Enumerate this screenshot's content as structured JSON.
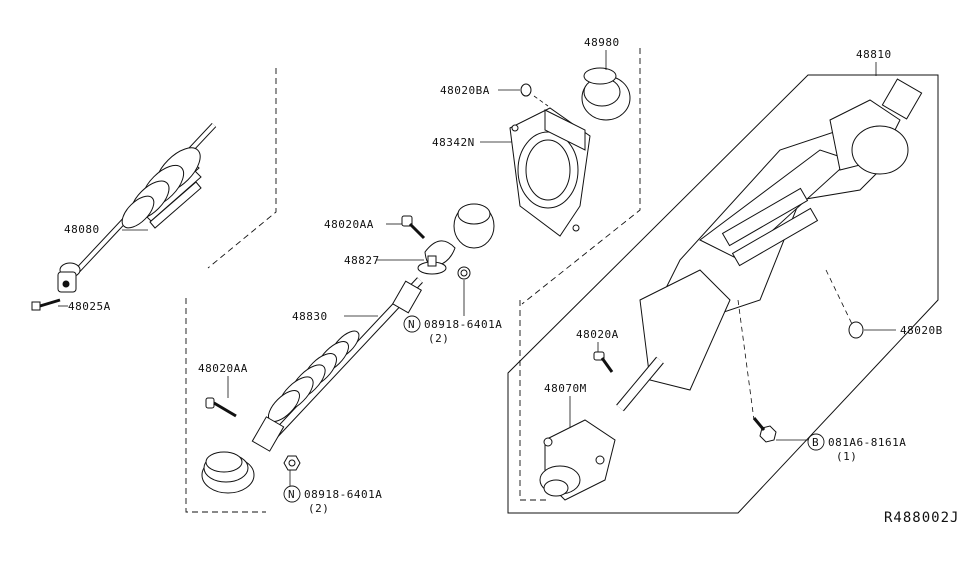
{
  "diagram_ref": "R488002J",
  "callouts": {
    "p48080": "48080",
    "p48025A": "48025A",
    "p48830": "48830",
    "p48020AA_low": "48020AA",
    "p08918_low": "08918-6401A",
    "p08918_low_qty": "(2)",
    "p48020AA_mid": "48020AA",
    "p48827": "48827",
    "p08918_mid": "08918-6401A",
    "p08918_mid_qty": "(2)",
    "p48342N": "48342N",
    "p48020BA": "48020BA",
    "p48980": "48980",
    "p48810": "48810",
    "p48020A": "48020A",
    "p48070M": "48070M",
    "p48020B": "48020B",
    "p081A6": "081A6-8161A",
    "p081A6_qty": "(1)"
  },
  "symbols": {
    "nut_symbol": "N",
    "bolt_symbol": "B"
  }
}
